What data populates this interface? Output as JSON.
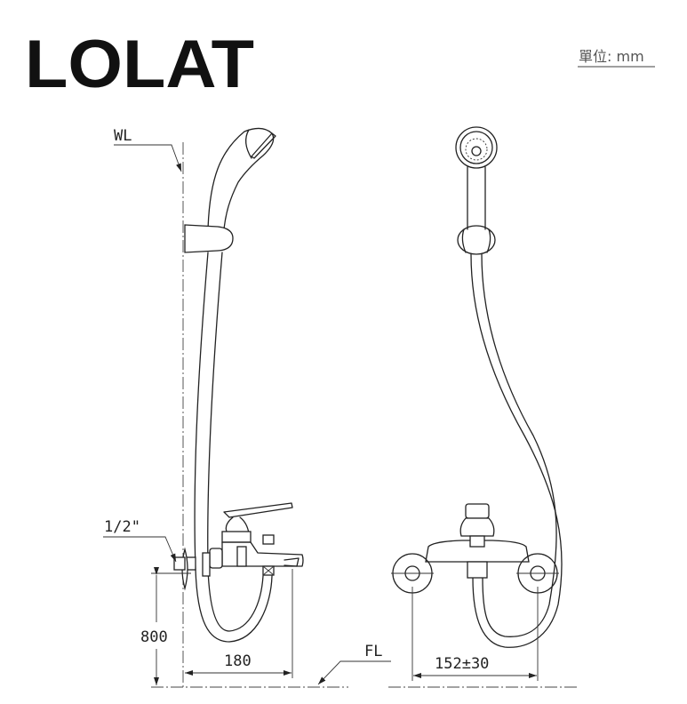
{
  "logo": {
    "text": "LOLAT"
  },
  "unit_label": "單位: mm",
  "side_view": {
    "wall_label": "WL",
    "inlet_size": "1/2\"",
    "height_dim": "800",
    "projection_dim": "180",
    "floor_label": "FL"
  },
  "front_view": {
    "center_distance_dim": "152±30"
  },
  "colors": {
    "line": "#222222",
    "logo": "#111111",
    "unit": "#555555"
  }
}
